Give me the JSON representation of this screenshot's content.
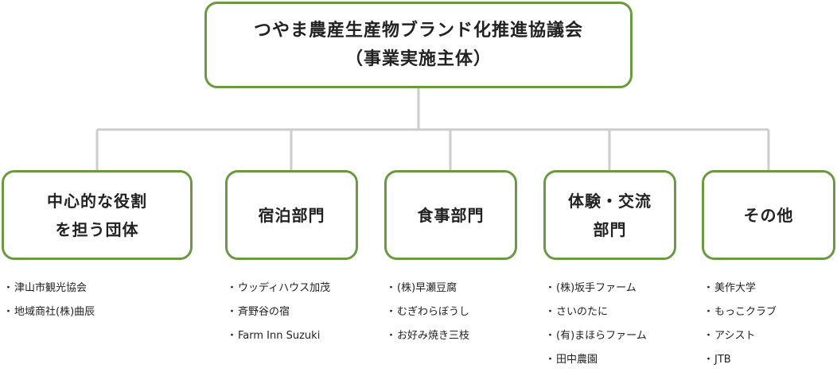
{
  "root": {
    "line1": "つやま農産生産物ブランド化推進協議会",
    "line2": "（事業実施主体）"
  },
  "categories": [
    {
      "title_lines": [
        "中心的な役割",
        "を担う団体"
      ],
      "items": [
        "津山市観光協会",
        "地域商社(株)曲辰"
      ]
    },
    {
      "title_lines": [
        "宿泊部門"
      ],
      "items": [
        "ウッディハウス加茂",
        "斉野谷の宿",
        "Farm Inn Suzuki"
      ]
    },
    {
      "title_lines": [
        "食事部門"
      ],
      "items": [
        "(株)早瀬豆腐",
        "むぎわらぼうし",
        "お好み焼き三枝"
      ]
    },
    {
      "title_lines": [
        "体験・交流",
        "部門"
      ],
      "items": [
        "(株)坂手ファーム",
        "さいのたに",
        "(有)まほらファーム",
        "田中農園"
      ]
    },
    {
      "title_lines": [
        "その他"
      ],
      "items": [
        "美作大学",
        "もっこクラブ",
        "アシスト",
        "JTB"
      ]
    }
  ],
  "bullet": "・",
  "colors": {
    "box_border": "#6a9a3f",
    "connector": "#cccccc",
    "text": "#222222"
  }
}
